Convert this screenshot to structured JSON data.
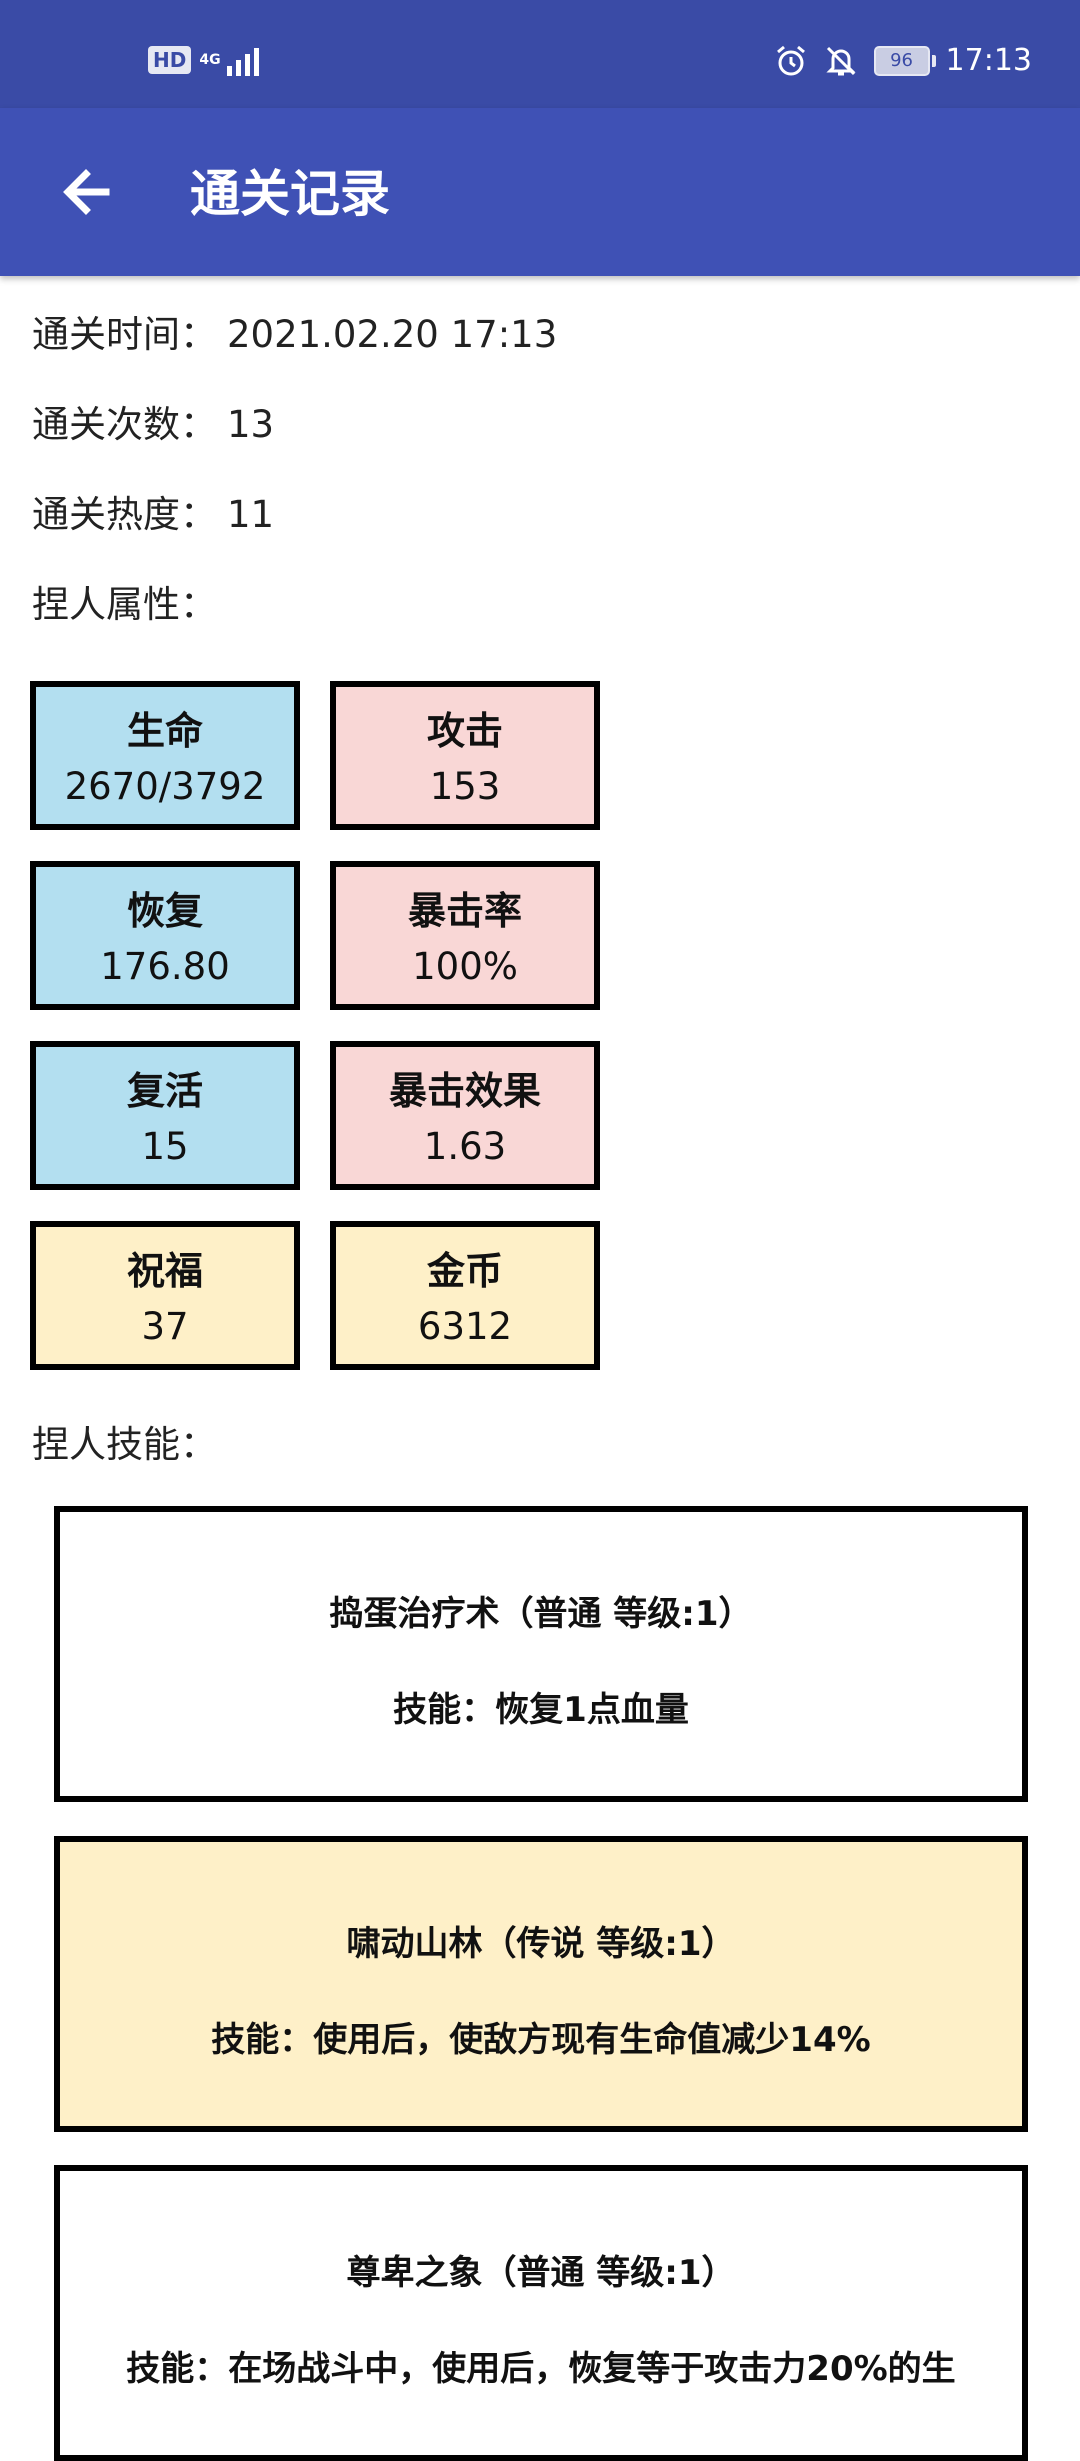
{
  "status_bar": {
    "hd": "HD",
    "network": "4G",
    "battery": "96",
    "time": "17:13",
    "icons": [
      "alarm-icon",
      "bell-off-icon",
      "battery-icon",
      "signal-icon"
    ]
  },
  "app_bar": {
    "title": "通关记录",
    "back_icon": "arrow-left-icon",
    "color": "#3f51b5"
  },
  "info": {
    "time_label": "通关时间：",
    "time_value": "2021.02.20 17:13",
    "count_label": "通关次数：",
    "count_value": "13",
    "heat_label": "通关热度：",
    "heat_value": "11",
    "attrs_label": "捏人属性：",
    "skills_label": "捏人技能："
  },
  "stats": [
    {
      "label": "生命",
      "value": "2670/3792",
      "color": "#b3dff0"
    },
    {
      "label": "攻击",
      "value": "153",
      "color": "#f9d7d6"
    },
    {
      "label": "恢复",
      "value": "176.80",
      "color": "#b3dff0"
    },
    {
      "label": "暴击率",
      "value": "100%",
      "color": "#f9d7d6"
    },
    {
      "label": "复活",
      "value": "15",
      "color": "#b3dff0"
    },
    {
      "label": "暴击效果",
      "value": "1.63",
      "color": "#f9d7d6"
    },
    {
      "label": "祝福",
      "value": "37",
      "color": "#fef0c8"
    },
    {
      "label": "金币",
      "value": "6312",
      "color": "#fef0c8"
    }
  ],
  "skills": [
    {
      "title": "捣蛋治疗术（普通 等级:1）",
      "desc": "技能：恢复1点血量"
    },
    {
      "title": "啸动山林（传说 等级:1）",
      "desc": "技能：使用后，使敌方现有生命值减少14%"
    },
    {
      "title": "尊卑之象（普通 等级:1）",
      "desc": "技能：在场战斗中，使用后，恢复等于攻击力20%的生"
    }
  ]
}
